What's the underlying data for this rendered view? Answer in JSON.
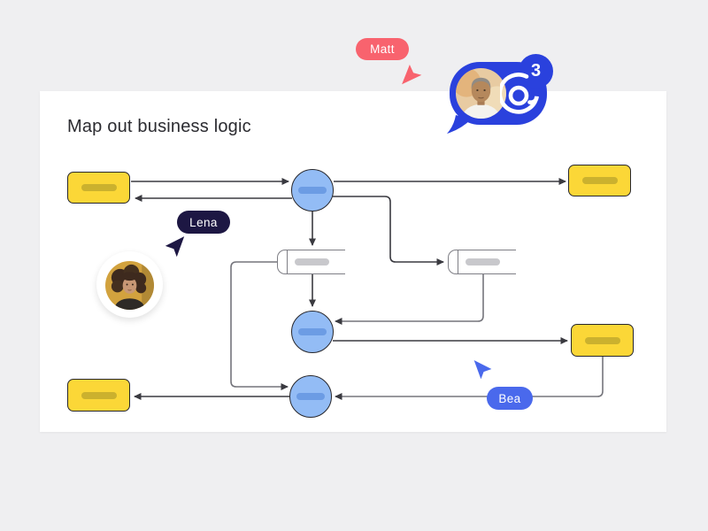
{
  "board": {
    "title": "Map out business logic"
  },
  "collaborators": [
    {
      "name": "Matt"
    },
    {
      "name": "Lena"
    },
    {
      "name": "Bea"
    }
  ],
  "mentions": {
    "count": "3",
    "symbol": "@"
  },
  "colors": {
    "bg": "#EFEFF1",
    "canvas": "#FFFFFF",
    "title_text": "#2B2B30",
    "node_yellow": "#FBD737",
    "node_yellow_bar": "#CBB12E",
    "node_border": "#27272C",
    "node_blue": "#93BCF5",
    "node_blue_bar": "#6C9CE4",
    "doc_border": "#7E7E85",
    "doc_bar": "#C8C8CC",
    "wire_dark": "#3A3A40",
    "wire_gray": "#75757C",
    "matt": "#F8636E",
    "lena": "#1D1743",
    "bea": "#4A69EC",
    "mention": "#2A41DD"
  }
}
